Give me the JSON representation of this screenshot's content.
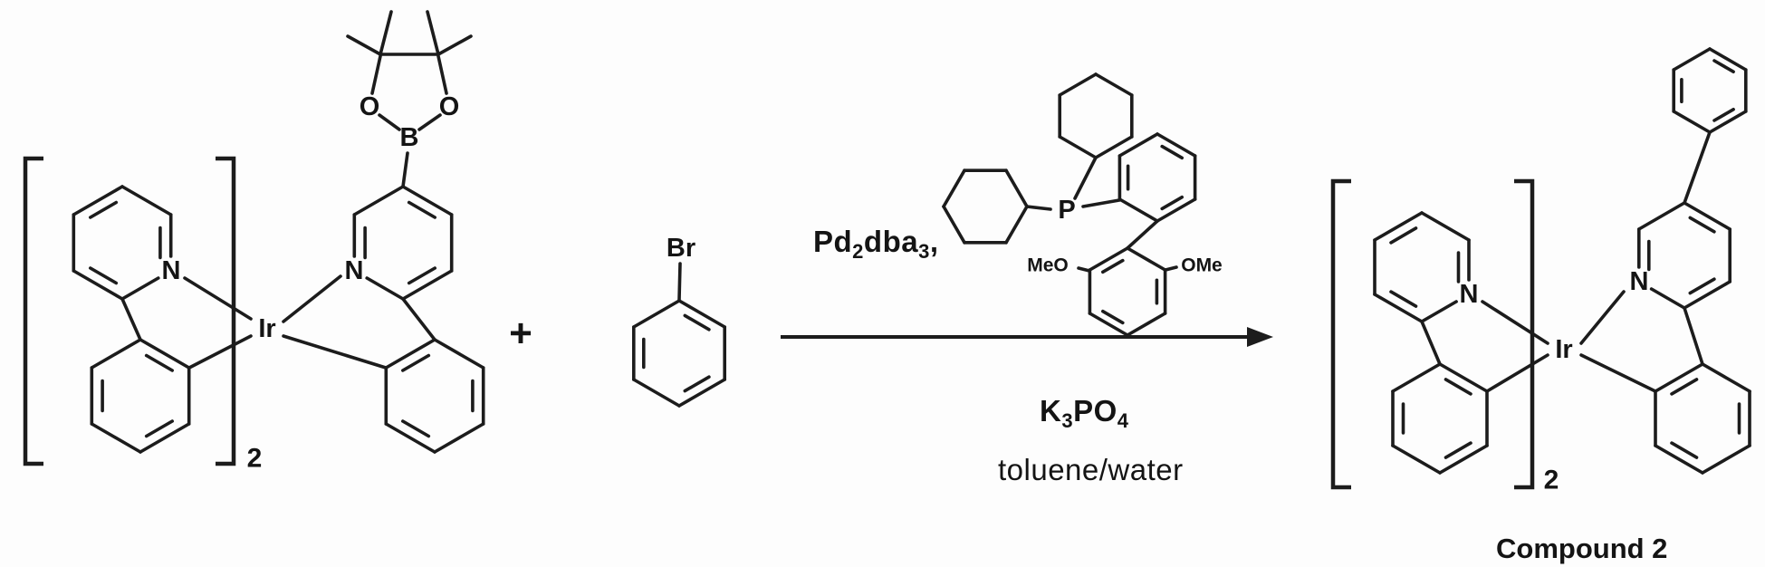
{
  "scheme": {
    "plus": "+",
    "atoms": {
      "ir": "Ir",
      "n": "N",
      "b": "B",
      "o": "O",
      "br": "Br",
      "p": "P",
      "meo": "MeO",
      "ome": "OMe"
    },
    "left_complex": {
      "subscript": "2"
    },
    "product": {
      "subscript": "2",
      "caption": "Compound 2"
    },
    "conditions": {
      "catalyst": {
        "pd": "Pd",
        "pd_sub": "2",
        "dba": "dba",
        "dba_sub": "3",
        "comma": ","
      },
      "base": {
        "k": "K",
        "k_sub": "3",
        "po": "PO",
        "po_sub": "4"
      },
      "solvent": "toluene/water"
    }
  }
}
